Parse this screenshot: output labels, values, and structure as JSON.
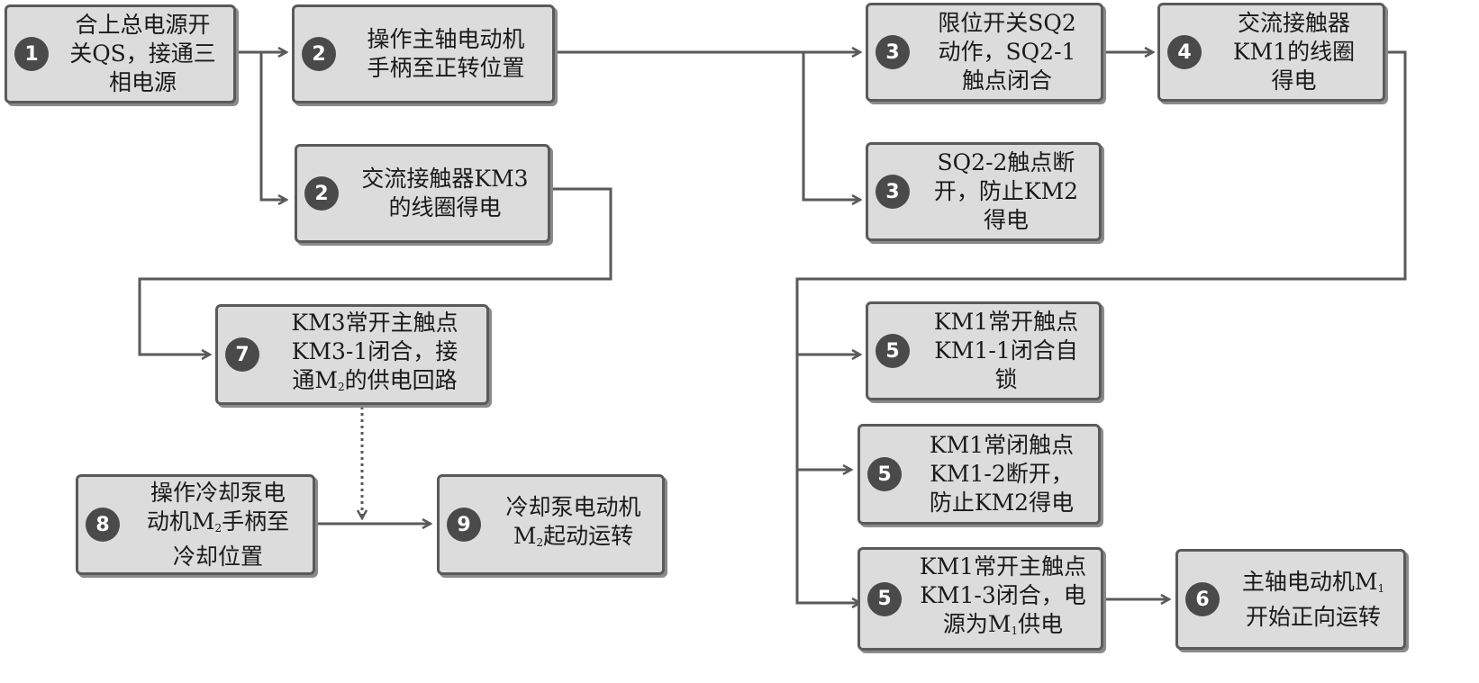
{
  "steps": {
    "s1": {
      "num": "1",
      "lines": [
        "合上总电源开",
        "关QS，接通三",
        "相电源"
      ]
    },
    "s2a": {
      "num": "2",
      "lines": [
        "操作主轴电动机",
        "手柄至正转位置"
      ]
    },
    "s2b": {
      "num": "2",
      "lines": [
        "交流接触器KM3",
        "的线圈得电"
      ]
    },
    "s3a": {
      "num": "3",
      "lines": [
        "限位开关SQ2",
        "动作，SQ2-1",
        "触点闭合"
      ]
    },
    "s3b": {
      "num": "3",
      "lines": [
        "SQ2-2触点断",
        "开，防止KM2",
        "得电"
      ]
    },
    "s4": {
      "num": "4",
      "lines": [
        "交流接触器",
        "KM1的线圈",
        "得电"
      ]
    },
    "s5a": {
      "num": "5",
      "lines": [
        "KM1常开触点",
        "KM1-1闭合自",
        "锁"
      ]
    },
    "s5b": {
      "num": "5",
      "lines": [
        "KM1常闭触点",
        "KM1-2断开，",
        "防止KM2得电"
      ]
    },
    "s5c": {
      "num": "5",
      "lines": [
        "KM1常开主触点",
        "KM1-3闭合，电",
        "源为M"
      ],
      "sub": "1",
      "tail": "供电"
    },
    "s6": {
      "num": "6",
      "lines": [
        "主轴电动机M",
        "开始正向运转"
      ],
      "sub": "1"
    },
    "s7": {
      "num": "7",
      "lines": [
        "KM3常开主触点",
        "KM3-1闭合，接",
        "通M"
      ],
      "sub": "2",
      "tail": "的供电回路"
    },
    "s8": {
      "num": "8",
      "lines": [
        "操作冷却泵电",
        "动机M",
        "冷却位置"
      ],
      "sub": "2",
      "tail": "手柄至"
    },
    "s9": {
      "num": "9",
      "lines": [
        "冷却泵电动机",
        "M"
      ],
      "sub": "2",
      "tail": "起动运转"
    }
  },
  "colors": {
    "box_fill": "#dcdcdc",
    "border": "#5a5a5a",
    "line": "#5a5a5a",
    "badge": "#4a4a4a"
  }
}
